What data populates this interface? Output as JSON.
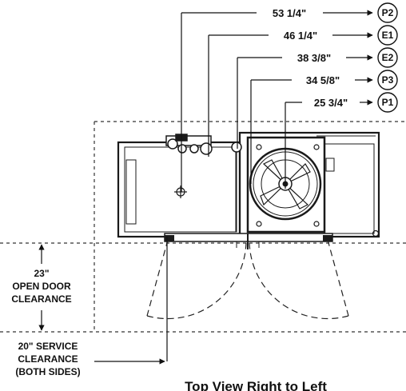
{
  "diagram": {
    "title": "Top View Right to Left",
    "dimensions": [
      {
        "label": "53 1/4\"",
        "tag": "P2"
      },
      {
        "label": "46 1/4\"",
        "tag": "E1"
      },
      {
        "label": "38 3/8\"",
        "tag": "E2"
      },
      {
        "label": "34 5/8\"",
        "tag": "P3"
      },
      {
        "label": "25 3/4\"",
        "tag": "P1"
      }
    ],
    "door_clearance": {
      "value": "23\"",
      "line1": "OPEN DOOR",
      "line2": "CLEARANCE"
    },
    "service_clearance": {
      "line1": "20\" SERVICE",
      "line2": "CLEARANCE",
      "line3": "(BOTH SIDES)"
    },
    "colors": {
      "line": "#1a1a1a",
      "fill_dark": "#222222",
      "fill_light": "#ffffff"
    }
  }
}
